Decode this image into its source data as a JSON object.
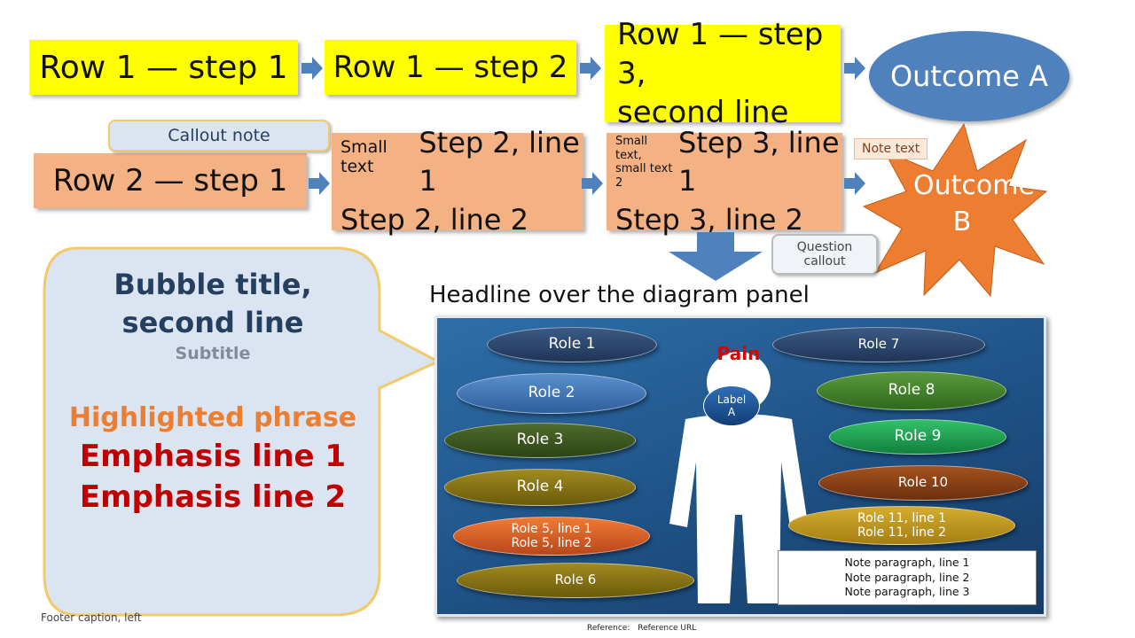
{
  "row1": {
    "box1": "Row 1 — step 1",
    "box2": "Row 1 — step 2",
    "box3_line1": "Row 1 — step 3,",
    "box3_line2": "second line",
    "outcome": "Outcome A"
  },
  "row2": {
    "callout_duration": "Callout note",
    "box1": "Row 2 — step 1",
    "box2_prefix": "Small text",
    "box2_line1": "Step 2, line 1",
    "box2_line2": "Step 2, line 2",
    "box3_small1": "Small text,",
    "box3_small2": "small text 2",
    "box3_line1": "Step 3, line 1",
    "box3_line2": "Step 3, line 2",
    "note_prior": "Note text",
    "outcome_line1": "Outcome",
    "outcome_line2": "B",
    "callout_where_line1": "Question",
    "callout_where_line2": "callout"
  },
  "left_bubble": {
    "title_line1": "Bubble title,",
    "title_line2": "second line",
    "subtitle": "Subtitle",
    "staff": "Highlighted phrase",
    "line1": "Emphasis line 1",
    "line2": "Emphasis line 2"
  },
  "headline": "Headline over the diagram panel",
  "diagram": {
    "pain_label": "Pain",
    "self_care_line1": "Label",
    "self_care_line2": "A",
    "left_roles": [
      "Role 1",
      "Role 2",
      "Role 3",
      "Role 4",
      "Role 5, line 1|Role 5, line 2",
      "Role 6"
    ],
    "right_roles": [
      "Role 7",
      "Role 8",
      "Role 9",
      "Role 10",
      "Role 11, line 1|Role 11, line 2"
    ],
    "note_line1": "Note paragraph, line 1",
    "note_line2": "Note paragraph, line 2",
    "note_line3": "Note paragraph, line 3"
  },
  "footer_left": "Footer caption, left",
  "footer_ref_label": "Reference:",
  "footer_ref_url": "Reference URL",
  "colors": {
    "arrow": "#4f81bd",
    "yellow_box": "#ffff00",
    "salmon_box": "#f4b183",
    "outcome_oval": "#4f81bd",
    "star": "#ed7d31",
    "bubble_title": "#243f60",
    "staff_text": "#ed7d31",
    "emphasis_text": "#c00000"
  },
  "icons": [
    "right-arrow-icon",
    "down-arrow-icon",
    "human-figure-icon",
    "starburst-icon"
  ]
}
